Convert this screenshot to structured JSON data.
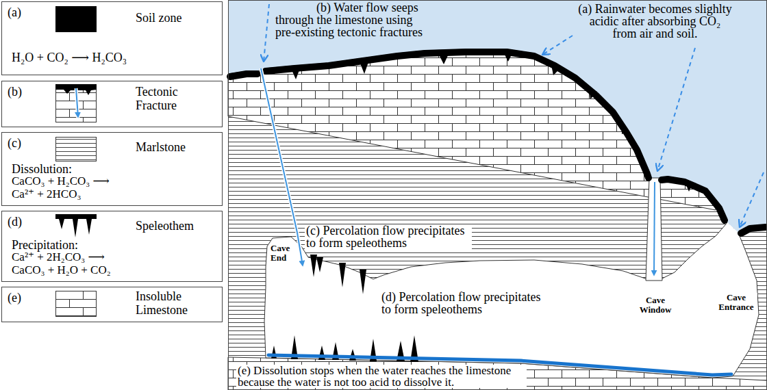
{
  "diagram": {
    "nodes": [
      {
        "text": [
          "(a)",
          "Soil zone",
          "H₂O + CO₂ ⟶ H₂CO₃"
        ]
      },
      {
        "text": [
          "(b)",
          "Tectonic Fracture"
        ]
      },
      {
        "text": [
          "(c)",
          "Marlstone",
          "Dissolution:",
          "CaCO₃ + H₂CO₃ ⟶ Ca²⁺ + 2HCO₃"
        ]
      },
      {
        "text": [
          "(d)",
          "Speleothem",
          "Precipitation:",
          "Ca²⁺ + 2H₂CO₃ ⟶ CaCO₃ + H₂O + CO₂"
        ]
      },
      {
        "text": [
          "(e)",
          "Insoluble Limestone"
        ]
      }
    ],
    "labels": [
      "(b) Water flow seeps through the limestone using pre-existing tectonic fractures",
      "(a) Rainwater becomes slighlty acidic after absorbing CO₂ from air and soil.",
      "(c) Percolation flow precipitates to form speleothems",
      "Cave End",
      "(d) Percolation flow precipitates to form speleothems",
      "Cave Window",
      "Cave Entrance",
      "(e) Dissolution stops when the water reaches the limestone because the water is not too acid to dissolve it."
    ]
  }
}
